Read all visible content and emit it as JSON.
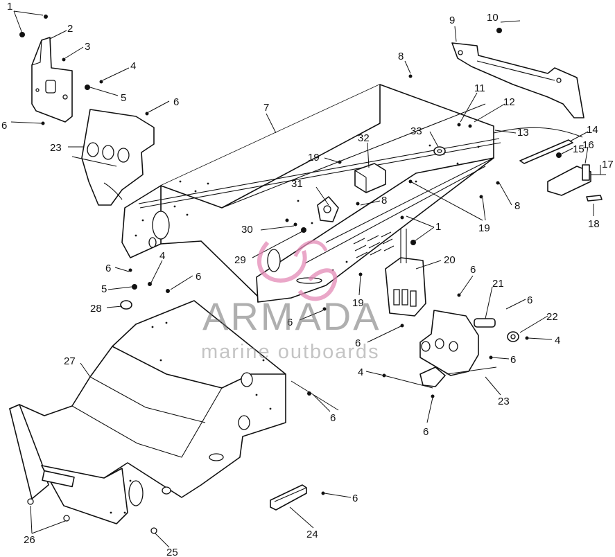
{
  "watermark": {
    "brand": "ARMADA",
    "tagline": "marine outboards",
    "logo_color": "#e48ab6"
  },
  "callouts": [
    {
      "id": "c1a",
      "label": "1"
    },
    {
      "id": "c2",
      "label": "2"
    },
    {
      "id": "c3",
      "label": "3"
    },
    {
      "id": "c4a",
      "label": "4"
    },
    {
      "id": "c5a",
      "label": "5"
    },
    {
      "id": "c6a",
      "label": "6"
    },
    {
      "id": "c6b",
      "label": "6"
    },
    {
      "id": "c23a",
      "label": "23"
    },
    {
      "id": "c7",
      "label": "7"
    },
    {
      "id": "c8a",
      "label": "8"
    },
    {
      "id": "c9",
      "label": "9"
    },
    {
      "id": "c10",
      "label": "10"
    },
    {
      "id": "c11",
      "label": "11"
    },
    {
      "id": "c12",
      "label": "12"
    },
    {
      "id": "c13",
      "label": "13"
    },
    {
      "id": "c14",
      "label": "14"
    },
    {
      "id": "c15",
      "label": "15"
    },
    {
      "id": "c16",
      "label": "16"
    },
    {
      "id": "c17",
      "label": "17"
    },
    {
      "id": "c18",
      "label": "18"
    },
    {
      "id": "c32",
      "label": "32"
    },
    {
      "id": "c33",
      "label": "33"
    },
    {
      "id": "c19a",
      "label": "19"
    },
    {
      "id": "c8b",
      "label": "8"
    },
    {
      "id": "c8c",
      "label": "8"
    },
    {
      "id": "c19b",
      "label": "19"
    },
    {
      "id": "c31",
      "label": "31"
    },
    {
      "id": "c30",
      "label": "30"
    },
    {
      "id": "c29",
      "label": "29"
    },
    {
      "id": "c1b",
      "label": "1"
    },
    {
      "id": "c20",
      "label": "20"
    },
    {
      "id": "c6c",
      "label": "6"
    },
    {
      "id": "c4b",
      "label": "4"
    },
    {
      "id": "c5b",
      "label": "5"
    },
    {
      "id": "c28",
      "label": "28"
    },
    {
      "id": "c6d",
      "label": "6"
    },
    {
      "id": "c19c",
      "label": "19"
    },
    {
      "id": "c6e",
      "label": "6"
    },
    {
      "id": "c6f",
      "label": "6"
    },
    {
      "id": "c21",
      "label": "21"
    },
    {
      "id": "c6g",
      "label": "6"
    },
    {
      "id": "c22",
      "label": "22"
    },
    {
      "id": "c4c",
      "label": "4"
    },
    {
      "id": "c6h",
      "label": "6"
    },
    {
      "id": "c6i",
      "label": "6"
    },
    {
      "id": "c4d",
      "label": "4"
    },
    {
      "id": "c23b",
      "label": "23"
    },
    {
      "id": "c6j",
      "label": "6"
    },
    {
      "id": "c27",
      "label": "27"
    },
    {
      "id": "c6k",
      "label": "6"
    },
    {
      "id": "c6l",
      "label": "6"
    },
    {
      "id": "c24",
      "label": "24"
    },
    {
      "id": "c26",
      "label": "26"
    },
    {
      "id": "c25",
      "label": "25"
    }
  ]
}
